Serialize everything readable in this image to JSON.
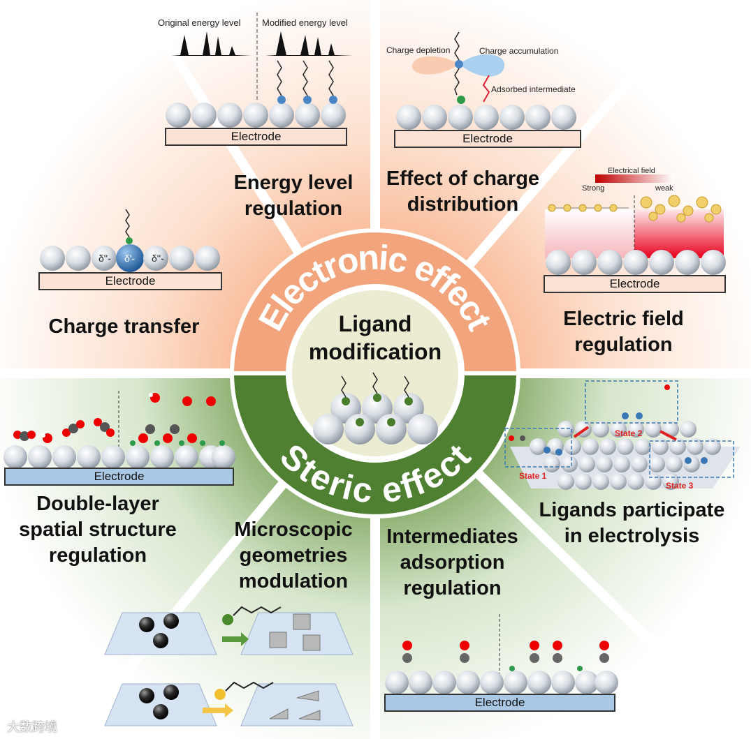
{
  "center": {
    "title_line1": "Ligand",
    "title_line2": "modification",
    "electronic_ring": "Electronic effect",
    "steric_ring": "Steric effect"
  },
  "electrode_label": "Electrode",
  "panels": {
    "energy_level": {
      "title_line1": "Energy level",
      "title_line2": "regulation",
      "original": "Original energy level",
      "modified": "Modified energy level"
    },
    "charge_distribution": {
      "title_line1": "Effect of charge",
      "title_line2": "distribution",
      "depletion": "Charge depletion",
      "accumulation": "Charge accumulation",
      "adsorbed": "Adsorbed intermediate"
    },
    "charge_transfer": {
      "title": "Charge transfer",
      "delta_left": "δ''-",
      "delta_center": "δ'-",
      "delta_right": "δ''-"
    },
    "electric_field": {
      "title_line1": "Electric field",
      "title_line2": "regulation",
      "field": "Electrical field",
      "strong": "Strong",
      "weak": "weak"
    },
    "double_layer": {
      "title_line1": "Double-layer",
      "title_line2": "spatial structure",
      "title_line3": "regulation"
    },
    "microscopic": {
      "title_line1": "Microscopic",
      "title_line2": "geometries",
      "title_line3": "modulation"
    },
    "intermediates": {
      "title_line1": "Intermediates",
      "title_line2": "adsorption",
      "title_line3": "regulation"
    },
    "electrolysis": {
      "title_line1": "Ligands participate",
      "title_line2": "in electrolysis",
      "state1": "State 1",
      "state2": "State 2",
      "state3": "State 3"
    }
  },
  "watermark": "大数跨境",
  "colors": {
    "electronic_orange": "#f2a57c",
    "steric_green": "#4f7f31",
    "electrode_top": "#fbe2d4",
    "electrode_bottom": "#a9c8e6"
  }
}
